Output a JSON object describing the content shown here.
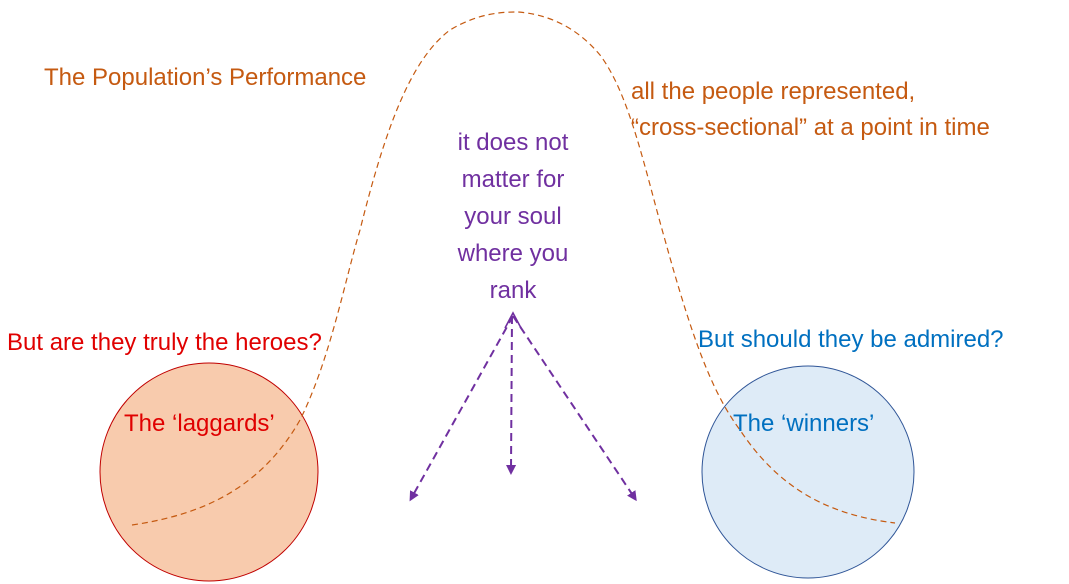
{
  "title": "The Population’s Performance",
  "population_note": {
    "lines": [
      "all the people represented,",
      "“cross-sectional” at a point in time"
    ]
  },
  "center_note": {
    "lines": [
      "it does not",
      "matter for",
      "your soul",
      "where you",
      "rank"
    ]
  },
  "left_group": {
    "question": "But are they truly the heroes?",
    "label": "The ‘laggards’"
  },
  "right_group": {
    "question": "But should they be admired?",
    "label": "The ‘winners’"
  },
  "colors": {
    "curve": "#C55A11",
    "arrows": "#7030A0",
    "left_fill": "#F8CBAD",
    "left_stroke": "#C00000",
    "right_fill": "#DEEBF7",
    "right_stroke": "#2F5597"
  },
  "arrows": {
    "count": 3,
    "directions": [
      "down-left",
      "down",
      "down-right"
    ]
  }
}
